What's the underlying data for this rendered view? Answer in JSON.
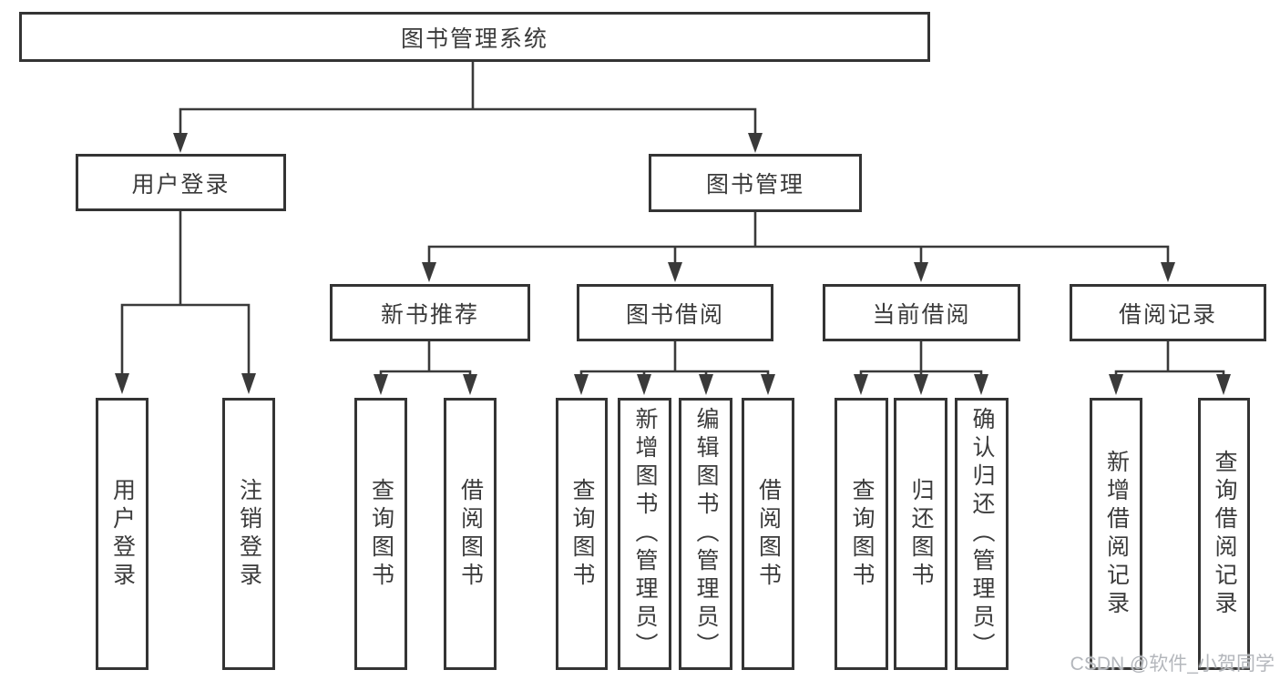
{
  "colors": {
    "background": "#ffffff",
    "box_border": "#343434",
    "connector_line": "#3a3a3a",
    "text": "#3b3b3b",
    "watermark_text": "#b4b7bc"
  },
  "tree": {
    "root": {
      "label": "图书管理系统"
    },
    "branches": [
      {
        "label": "用户登录",
        "children": [
          {
            "label": "用户登录"
          },
          {
            "label": "注销登录"
          }
        ]
      },
      {
        "label": "图书管理",
        "groups": [
          {
            "label": "新书推荐",
            "children": [
              {
                "label": "查询图书"
              },
              {
                "label": "借阅图书"
              }
            ]
          },
          {
            "label": "图书借阅",
            "children": [
              {
                "label": "查询图书"
              },
              {
                "label": "新增图书（管理员）"
              },
              {
                "label": "编辑图书（管理员）"
              },
              {
                "label": "借阅图书"
              }
            ]
          },
          {
            "label": "当前借阅",
            "children": [
              {
                "label": "查询图书"
              },
              {
                "label": "归还图书"
              },
              {
                "label": "确认归还（管理员）"
              }
            ]
          },
          {
            "label": "借阅记录",
            "children": [
              {
                "label": "新增借阅记录"
              },
              {
                "label": "查询借阅记录"
              }
            ]
          }
        ]
      }
    ]
  },
  "watermark": {
    "text": "CSDN @软件_小贺同学"
  }
}
